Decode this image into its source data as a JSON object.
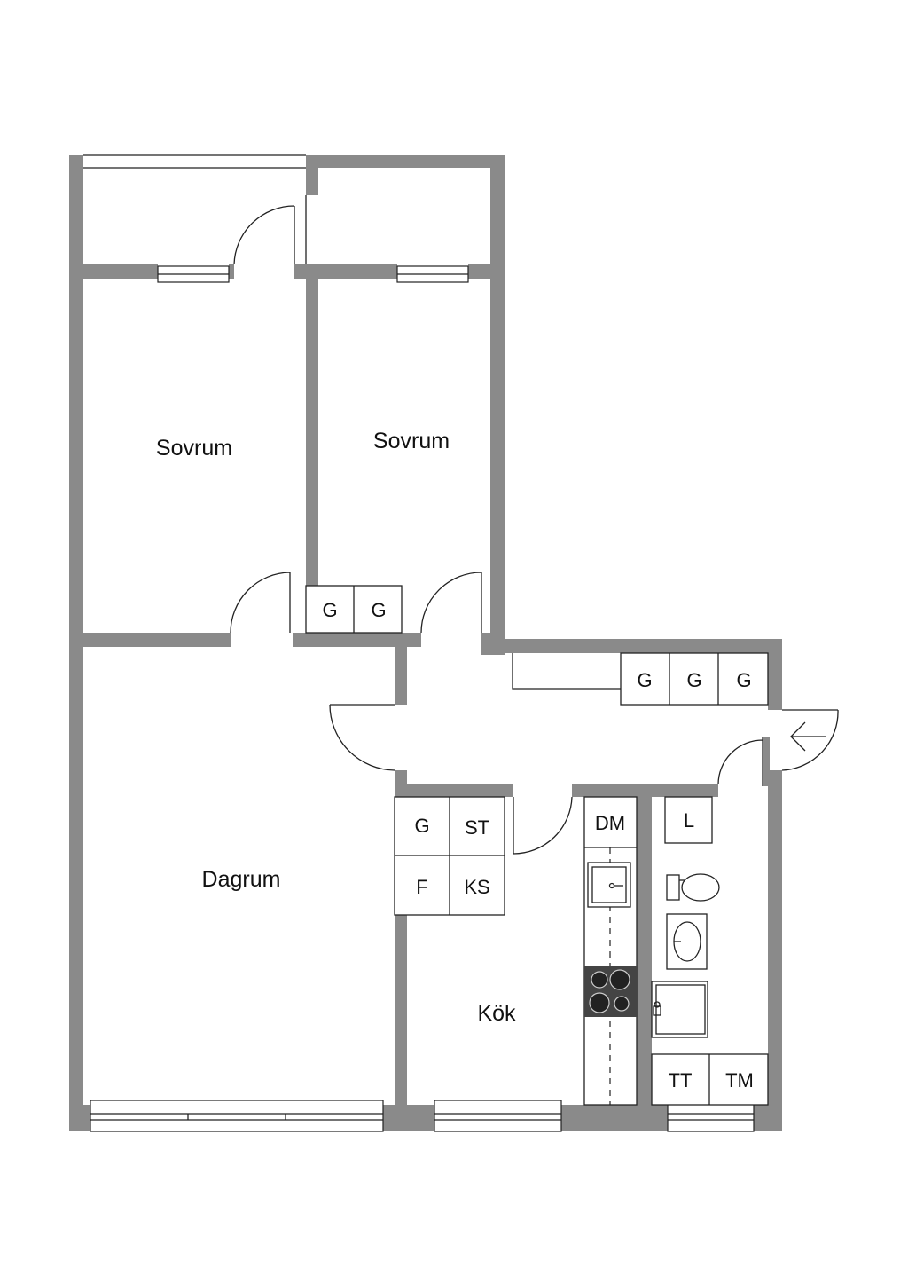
{
  "rooms": {
    "sovrum_left": "Sovrum",
    "sovrum_right": "Sovrum",
    "dagrum": "Dagrum",
    "kok": "Kök"
  },
  "cabinets": {
    "g1": "G",
    "g2": "G",
    "g3": "G",
    "g4": "G",
    "g5": "G",
    "kitchen_g": "G",
    "kitchen_st": "ST",
    "kitchen_f": "F",
    "kitchen_ks": "KS",
    "kitchen_dm": "DM",
    "bath_l": "L",
    "bath_tt": "TT",
    "bath_tm": "TM"
  },
  "colors": {
    "wall": "#8a8a8a",
    "line": "#222222",
    "background": "#ffffff"
  }
}
